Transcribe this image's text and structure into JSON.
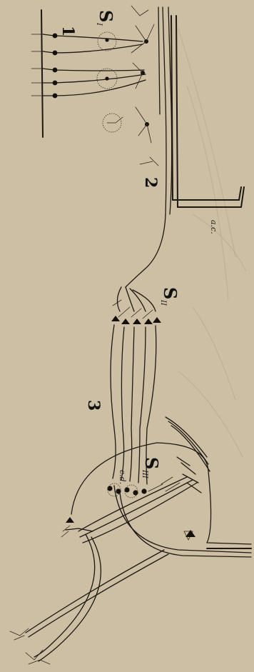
{
  "figure": {
    "labels": {
      "one": "1",
      "two": "2",
      "three": "3",
      "s_one": "S",
      "s_one_sub": "I",
      "s_two": "S",
      "s_two_sub": "II",
      "s_three": "S",
      "s_three_sub": "III",
      "ac": "a.c.",
      "cd": "c.d."
    }
  }
}
